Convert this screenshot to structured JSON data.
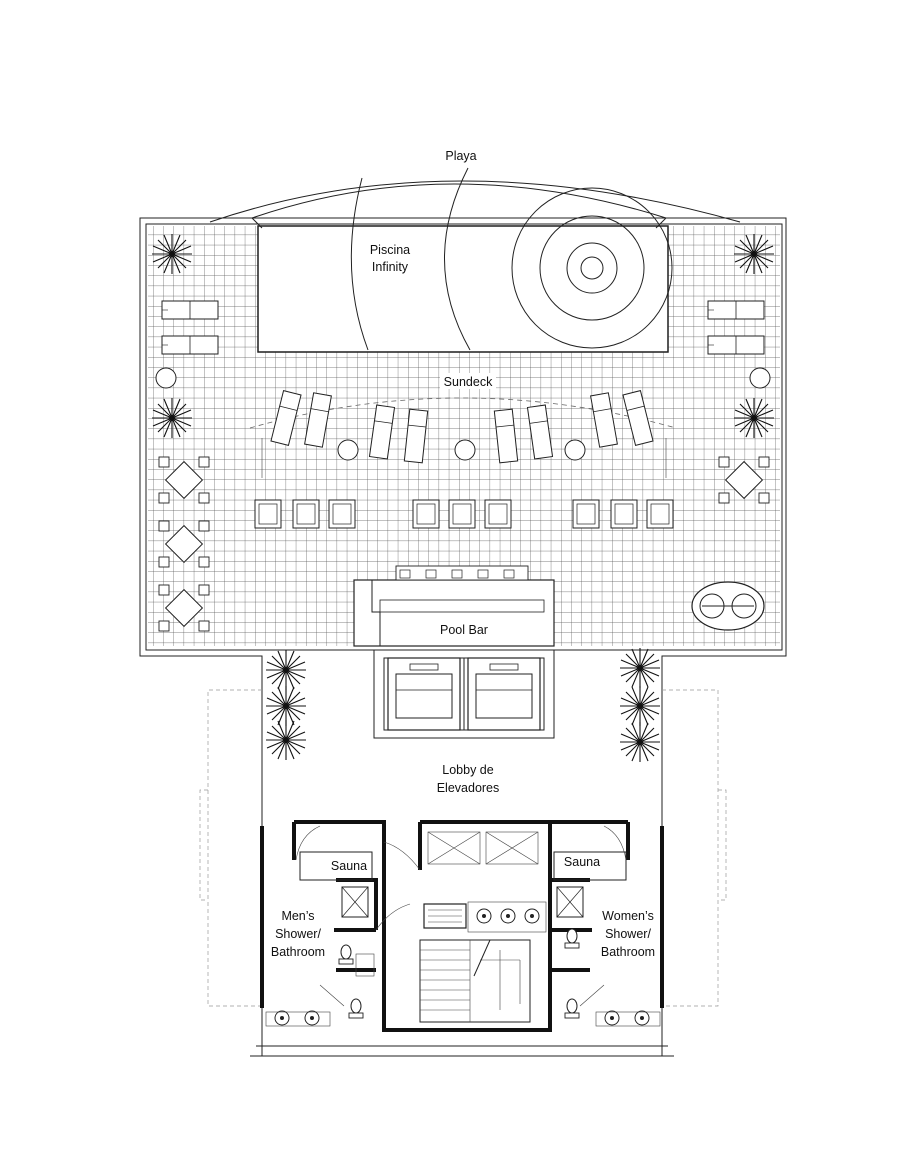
{
  "labels": {
    "beach": "Playa",
    "pool_line1": "Piscina",
    "pool_line2": "Infinity",
    "sundeck": "Sundeck",
    "pool_bar": "Pool Bar",
    "lobby_line1": "Lobby de",
    "lobby_line2": "Elevadores",
    "sauna_men": "Sauna",
    "sauna_women": "Sauna",
    "men_line1": "Men’s",
    "men_line2": "Shower/",
    "men_line3": "Bathroom",
    "women_line1": "Women’s",
    "women_line2": "Shower/",
    "women_line3": "Bathroom"
  },
  "icons": {
    "palm": "palm-tree-icon",
    "lounger": "lounge-chair-icon",
    "table": "cafe-table-icon",
    "elevator": "elevator-icon"
  },
  "colors": {
    "ink": "#222222",
    "background": "#ffffff"
  }
}
